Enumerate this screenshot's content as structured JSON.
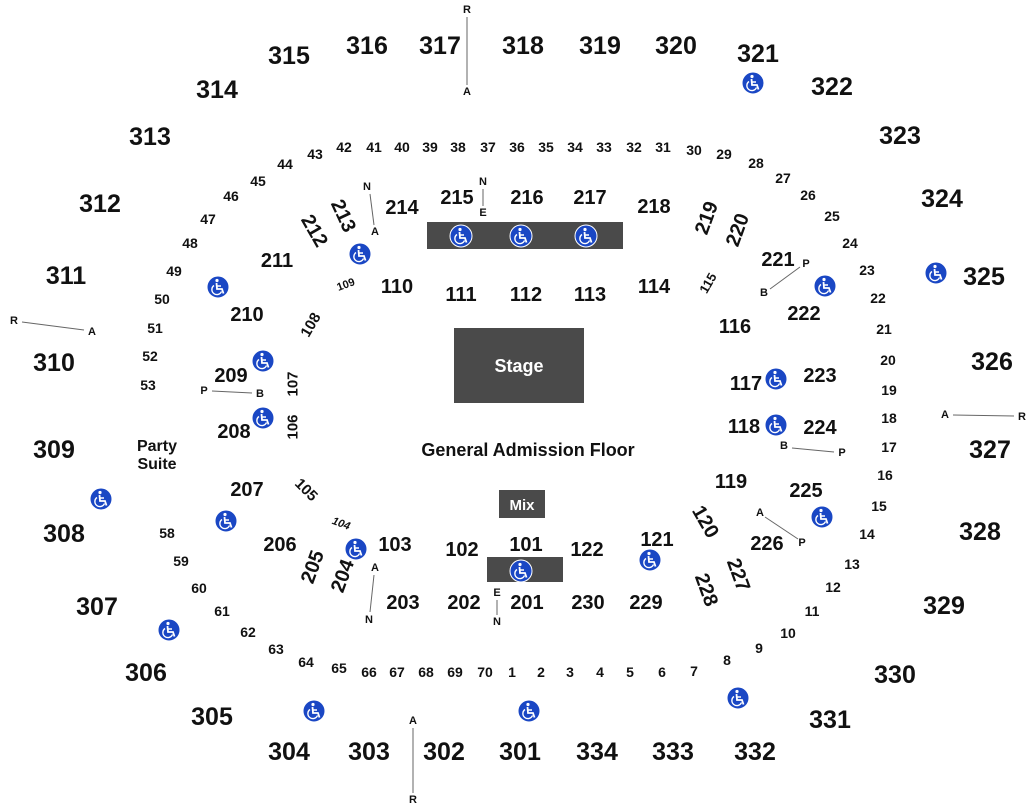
{
  "colors": {
    "accent": "#1a47c4",
    "dark_block": "#4a4a4a",
    "text": "#111111"
  },
  "stage": {
    "label": "Stage"
  },
  "mix": {
    "label": "Mix"
  },
  "floor": {
    "label": "General Admission Floor"
  },
  "party_suite": {
    "line1": "Party",
    "line2": "Suite"
  },
  "sections_300": [
    "315",
    "316",
    "317",
    "318",
    "319",
    "320",
    "321",
    "322",
    "323",
    "324",
    "325",
    "326",
    "327",
    "328",
    "329",
    "330",
    "331",
    "332",
    "333",
    "334",
    "301",
    "302",
    "303",
    "304",
    "305",
    "306",
    "307",
    "308",
    "309",
    "310",
    "311",
    "312",
    "313",
    "314"
  ],
  "sections_200": [
    "214",
    "215",
    "216",
    "217",
    "218",
    "219",
    "220",
    "221",
    "222",
    "223",
    "224",
    "225",
    "226",
    "227",
    "228",
    "229",
    "230",
    "201",
    "202",
    "203",
    "204",
    "205",
    "206",
    "207",
    "208",
    "209",
    "210",
    "211",
    "212",
    "213"
  ],
  "sections_100": [
    "110",
    "111",
    "112",
    "113",
    "114",
    "115",
    "116",
    "117",
    "118",
    "119",
    "120",
    "121",
    "122",
    "101",
    "102",
    "103",
    "104",
    "105",
    "106",
    "107",
    "108",
    "109"
  ],
  "floor_sections": [
    "42",
    "41",
    "40",
    "39",
    "38",
    "37",
    "36",
    "35",
    "34",
    "33",
    "32",
    "31",
    "30",
    "29",
    "28",
    "27",
    "26",
    "25",
    "24",
    "23",
    "22",
    "21",
    "20",
    "19",
    "18",
    "17",
    "16",
    "15",
    "14",
    "13",
    "12",
    "11",
    "10",
    "9",
    "8",
    "7",
    "6",
    "5",
    "4",
    "3",
    "2",
    "1",
    "70",
    "69",
    "68",
    "67",
    "66",
    "65",
    "64",
    "63",
    "62",
    "61",
    "60",
    "59",
    "58",
    "53",
    "52",
    "51",
    "50",
    "49",
    "48",
    "47",
    "46",
    "45",
    "44",
    "43"
  ],
  "row_markers": [
    "R",
    "A",
    "N",
    "E",
    "N",
    "A",
    "P",
    "B",
    "R",
    "A",
    "P",
    "B",
    "B",
    "P",
    "A",
    "R",
    "A",
    "P",
    "A",
    "N",
    "E",
    "N",
    "A",
    "R"
  ],
  "icons": {
    "accessible": "wheelchair-icon"
  }
}
